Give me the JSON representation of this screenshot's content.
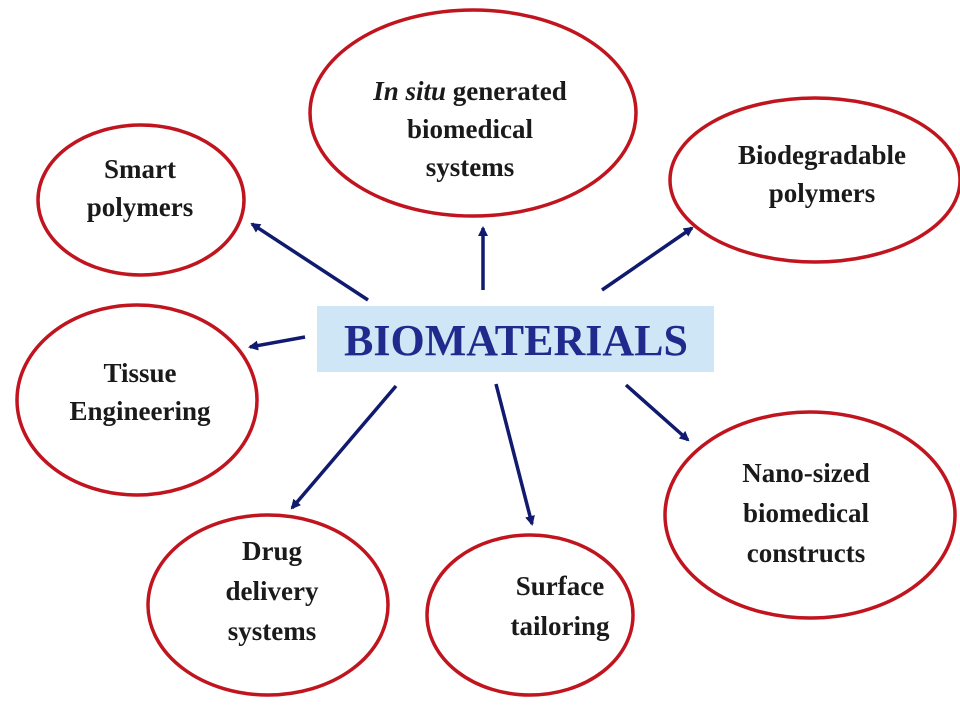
{
  "diagram": {
    "center": {
      "label": "BIOMATERIALS"
    },
    "nodes": [
      {
        "id": "in-situ",
        "lines": [
          [
            "In situ",
            " generated"
          ],
          [
            "biomedical"
          ],
          [
            "systems"
          ]
        ],
        "italic_first": true
      },
      {
        "id": "smart-polymers",
        "lines": [
          [
            "Smart"
          ],
          [
            "polymers"
          ]
        ]
      },
      {
        "id": "biodegradable-polymers",
        "lines": [
          [
            "Biodegradable"
          ],
          [
            "polymers"
          ]
        ]
      },
      {
        "id": "tissue-engineering",
        "lines": [
          [
            "Tissue"
          ],
          [
            "Engineering"
          ]
        ]
      },
      {
        "id": "nano-sized",
        "lines": [
          [
            "Nano-sized"
          ],
          [
            "biomedical"
          ],
          [
            "constructs"
          ]
        ]
      },
      {
        "id": "drug-delivery",
        "lines": [
          [
            "Drug"
          ],
          [
            "delivery"
          ],
          [
            "systems"
          ]
        ]
      },
      {
        "id": "surface-tailoring",
        "lines": [
          [
            "Surface"
          ],
          [
            "tailoring"
          ]
        ]
      }
    ]
  },
  "colors": {
    "ellipse_stroke": "#c0141e",
    "arrow": "#101a6e",
    "center_fill": "#cfe6f7",
    "center_text": "#1f2a8c"
  }
}
